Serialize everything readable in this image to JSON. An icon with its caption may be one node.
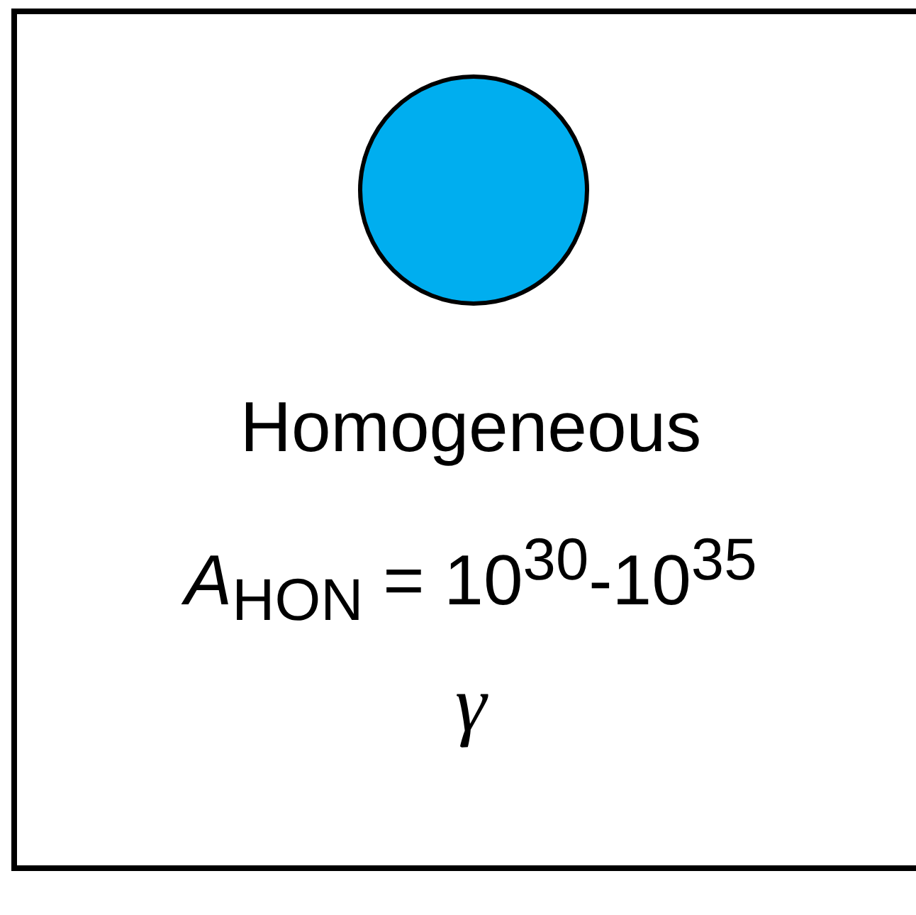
{
  "diagram": {
    "nodes": [
      {
        "text": [
          "Homogeneous",
          "*A*$_{HON}$ = 10$^{30}$-10$^{35}$",
          "γ"
        ]
      },
      {
        "text": [],
        "shape": "circle",
        "in": 0
      }
    ],
    "edges": []
  }
}
